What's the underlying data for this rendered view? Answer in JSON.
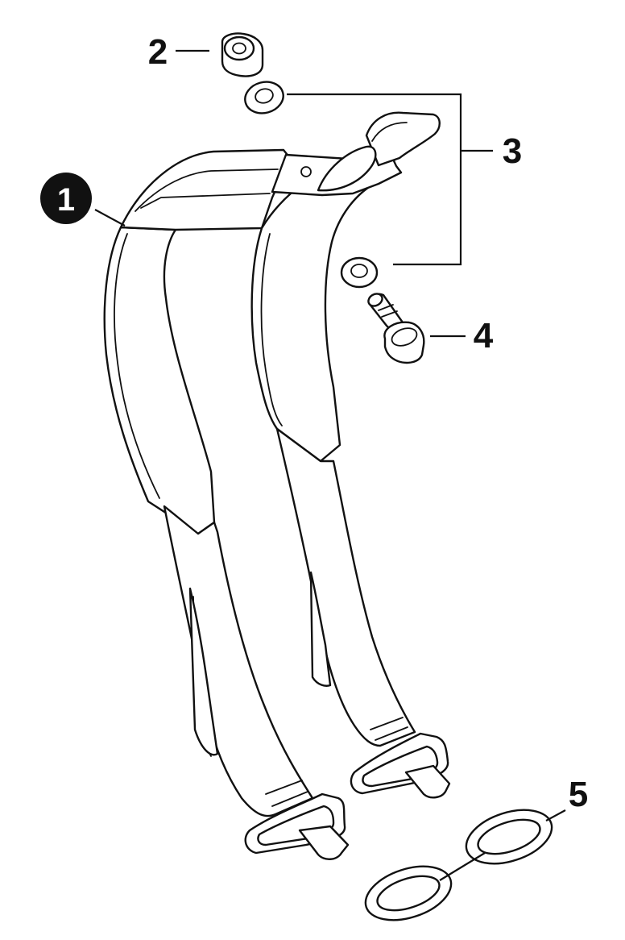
{
  "diagram": {
    "callouts": [
      {
        "id": "1",
        "label": "1",
        "style": "filled-circle"
      },
      {
        "id": "2",
        "label": "2",
        "style": "plain"
      },
      {
        "id": "3",
        "label": "3",
        "style": "plain"
      },
      {
        "id": "4",
        "label": "4",
        "style": "plain"
      },
      {
        "id": "5",
        "label": "5",
        "style": "plain"
      }
    ],
    "colors": {
      "line": "#111111",
      "background": "#ffffff"
    }
  }
}
